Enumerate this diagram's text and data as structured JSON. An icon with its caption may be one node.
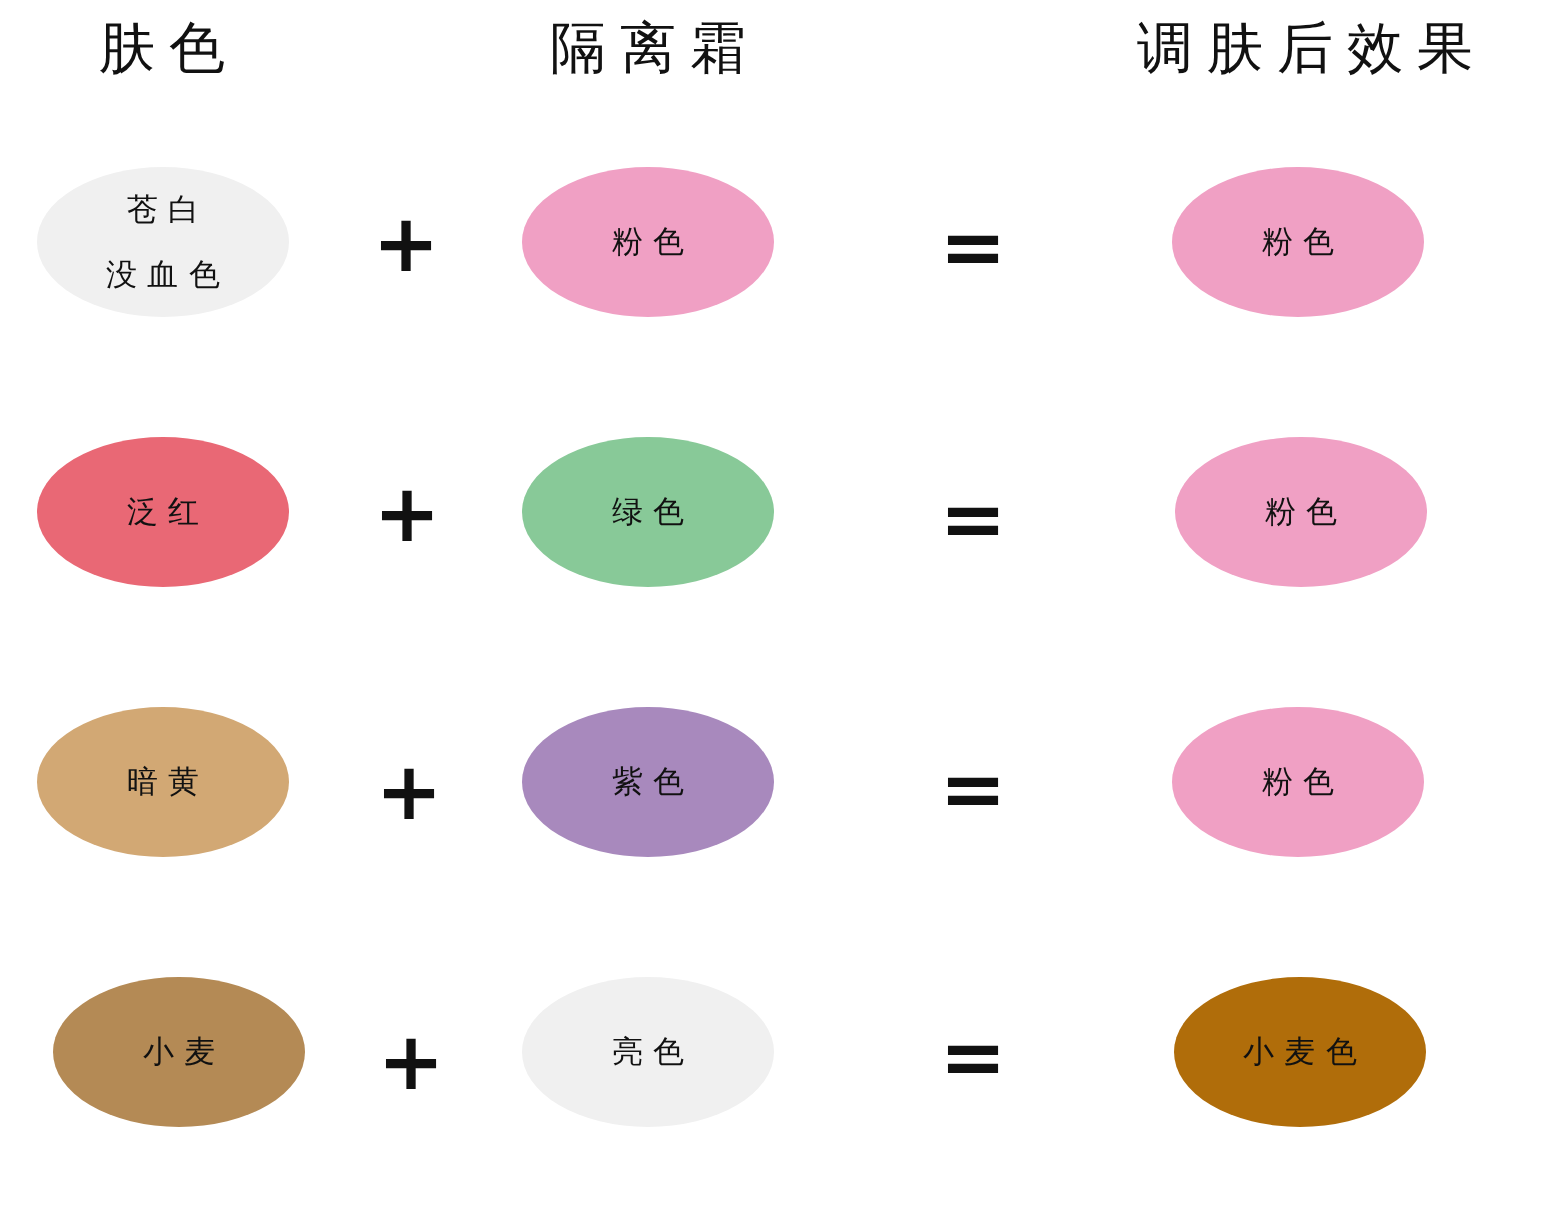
{
  "diagram": {
    "nodes": [
      {
        "text": [
          "苍白",
          "没血色"
        ]
      },
      {
        "text": [
          "粉色"
        ]
      },
      {
        "text": [
          "粉色"
        ]
      },
      {
        "text": [
          "泛红"
        ]
      },
      {
        "text": [
          "绿色"
        ]
      },
      {
        "text": [
          "粉色"
        ]
      },
      {
        "text": [
          "暗黄"
        ]
      },
      {
        "text": [
          "紫色"
        ]
      },
      {
        "text": [
          "粉色"
        ]
      },
      {
        "text": [
          "小麦"
        ]
      },
      {
        "text": [
          "亮色"
        ]
      },
      {
        "text": [
          "小麦色"
        ]
      }
    ],
    "labels": [
      "肤色",
      "隔离霜",
      "调肤后效果",
      "+",
      "=",
      "+",
      "=",
      "+",
      "=",
      "+",
      "="
    ]
  }
}
